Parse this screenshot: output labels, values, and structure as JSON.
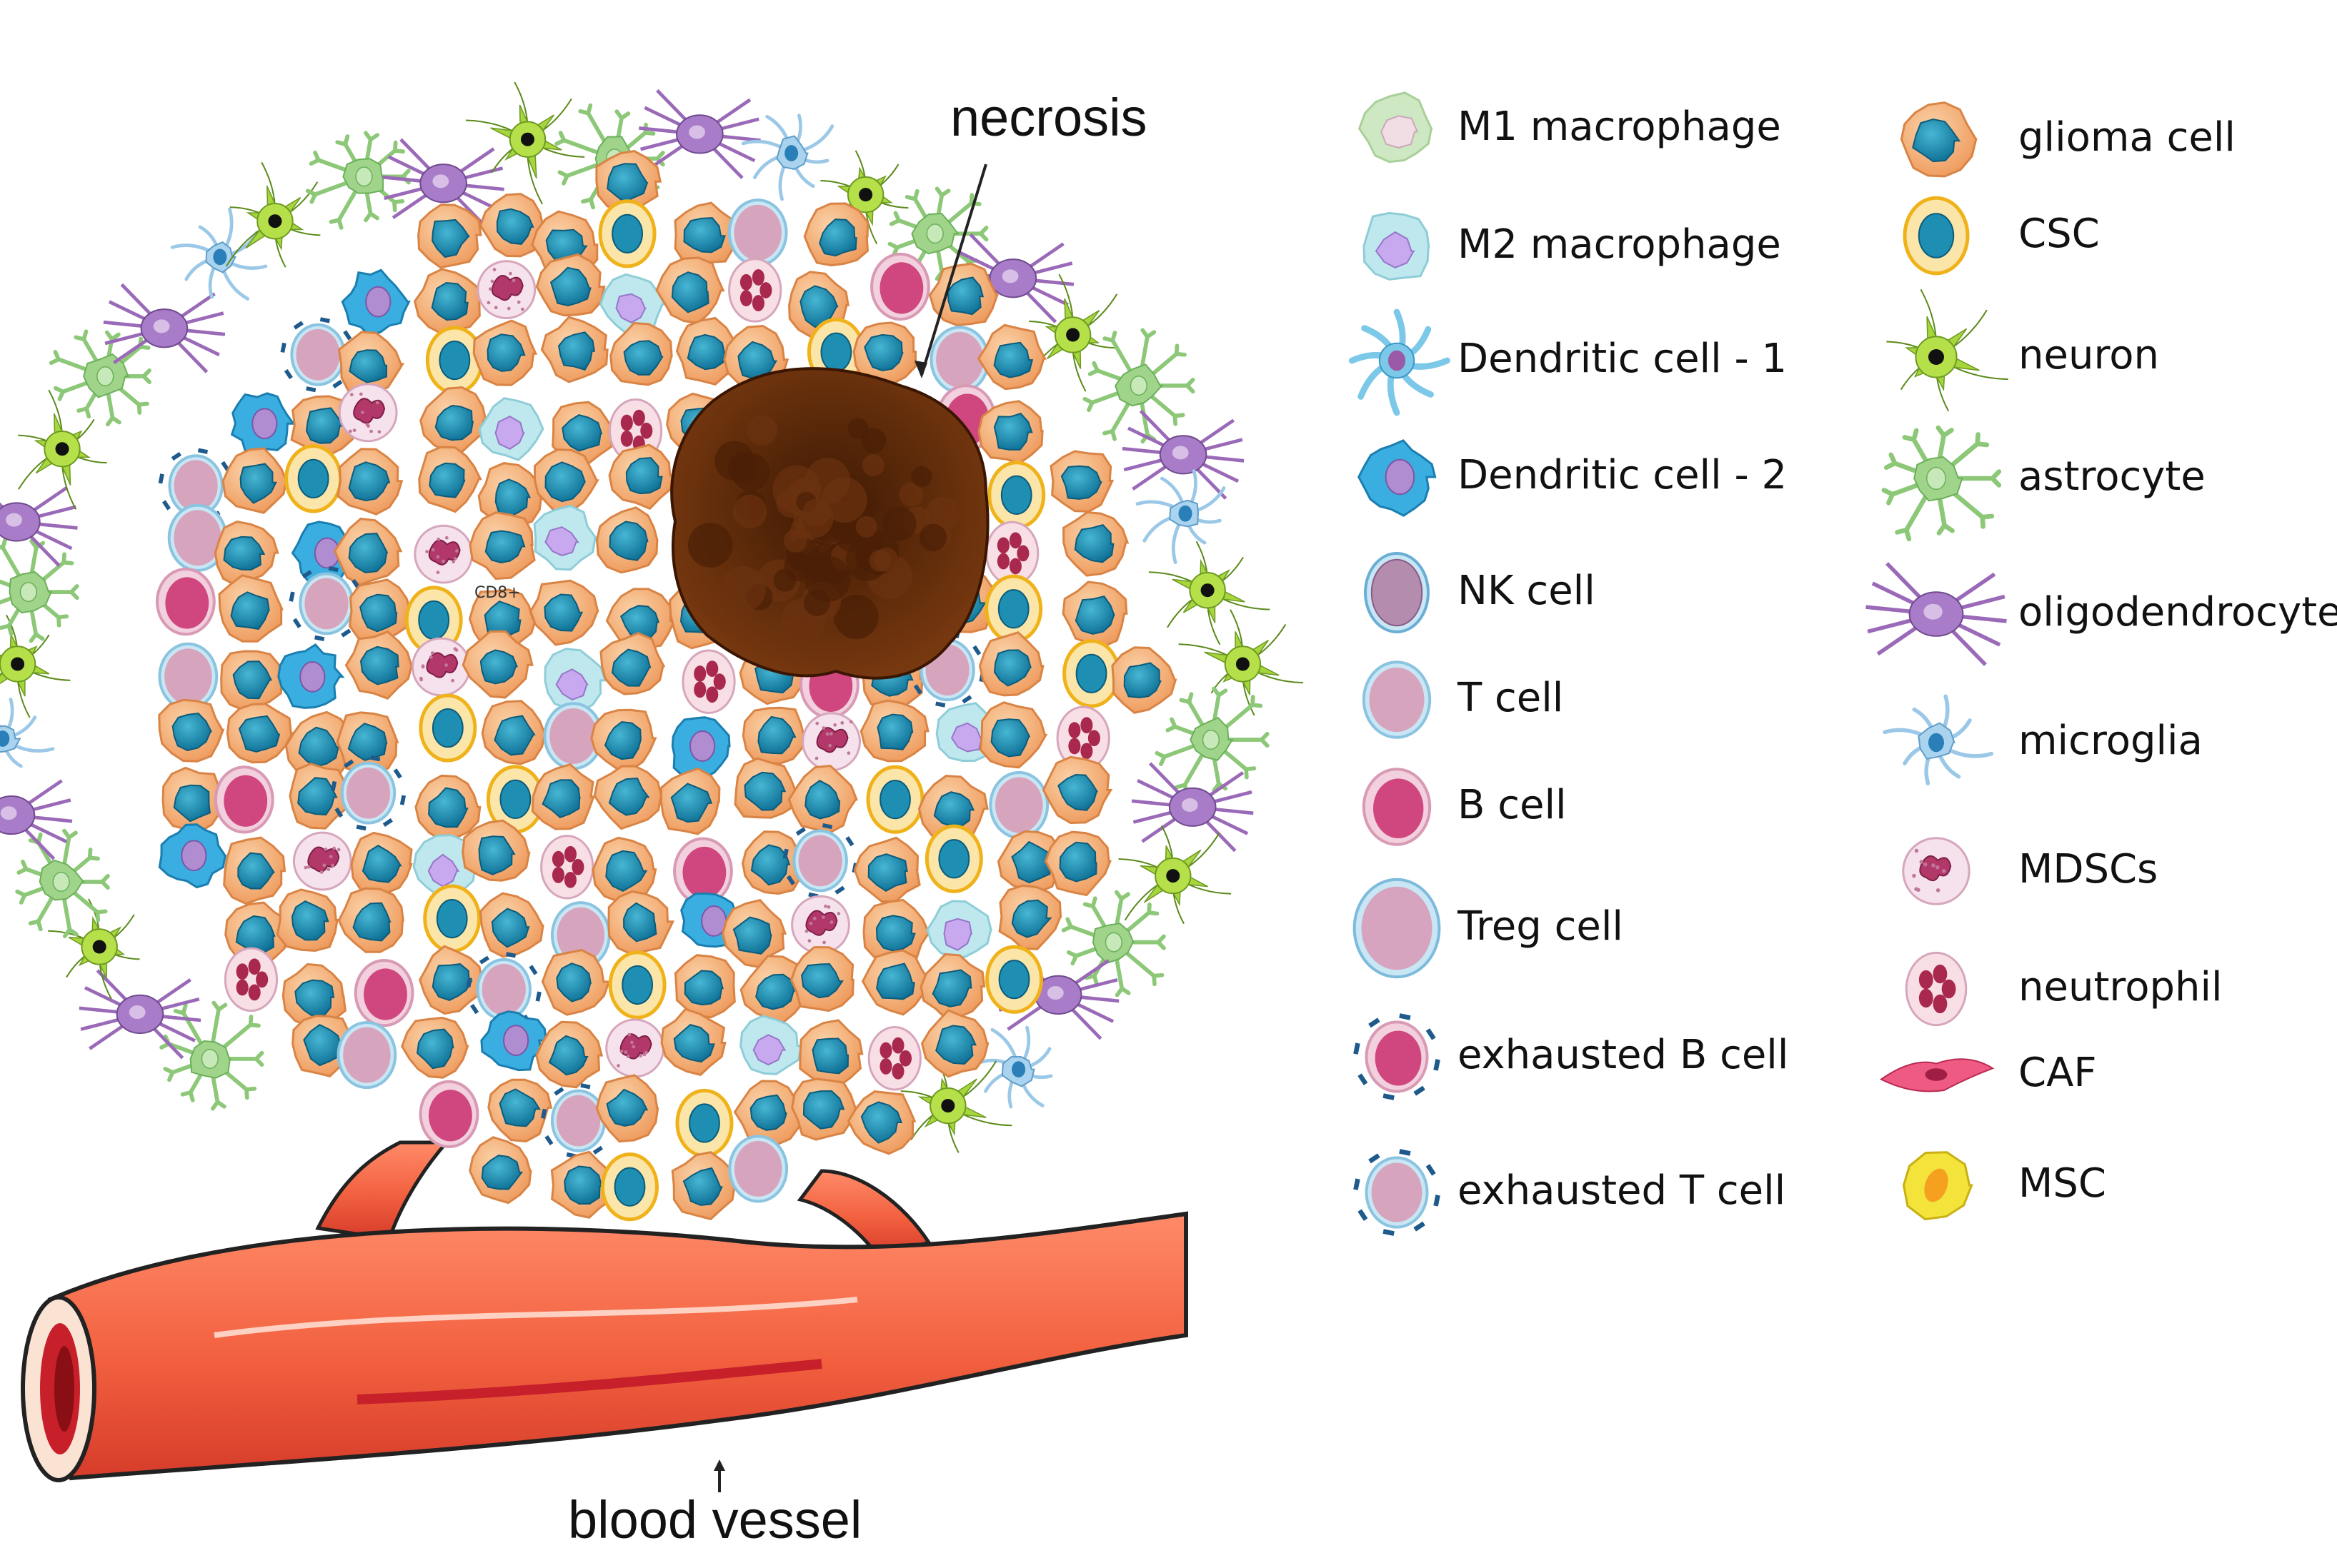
{
  "annotations": {
    "necrosis": "necrosis",
    "blood_vessel": "blood vessel",
    "cd8_tag": "CD8+"
  },
  "legend_left": [
    {
      "label": "M1 macrophage",
      "icon": "m1-macrophage-icon",
      "color": "#cfe8c4"
    },
    {
      "label": "M2 macrophage",
      "icon": "m2-macrophage-icon",
      "color": "#bfe8ee"
    },
    {
      "label": "Dendritic cell - 1",
      "icon": "dendritic-cell-1-icon",
      "color": "#7cc8e8"
    },
    {
      "label": "Dendritic cell - 2",
      "icon": "dendritic-cell-2-icon",
      "color": "#3aaee0"
    },
    {
      "label": "NK cell",
      "icon": "nk-cell-icon",
      "color": "#b48cae"
    },
    {
      "label": "T cell",
      "icon": "t-cell-icon",
      "color": "#d7a4bd"
    },
    {
      "label": "B cell",
      "icon": "b-cell-icon",
      "color": "#d0467e"
    },
    {
      "label": "Treg cell",
      "icon": "treg-cell-icon",
      "color": "#d6a4bf"
    },
    {
      "label": "exhausted B cell",
      "icon": "exhausted-b-cell-icon",
      "color": "#d0467e"
    },
    {
      "label": "exhausted T cell",
      "icon": "exhausted-t-cell-icon",
      "color": "#c99bb8"
    }
  ],
  "legend_right": [
    {
      "label": "glioma cell",
      "icon": "glioma-cell-icon",
      "color": "#f4b27e"
    },
    {
      "label": "CSC",
      "icon": "csc-icon",
      "color": "#f7c83e"
    },
    {
      "label": "neuron",
      "icon": "neuron-icon",
      "color": "#a6d63c"
    },
    {
      "label": "astrocyte",
      "icon": "astrocyte-icon",
      "color": "#9fd48a"
    },
    {
      "label": "oligodendrocyte",
      "icon": "oligodendrocyte-icon",
      "color": "#9a6ab8"
    },
    {
      "label": "microglia",
      "icon": "microglia-icon",
      "color": "#a9d3ee"
    },
    {
      "label": "MDSCs",
      "icon": "mdsc-icon",
      "color": "#f3dbe6"
    },
    {
      "label": "neutrophil",
      "icon": "neutrophil-icon",
      "color": "#f5d4de"
    },
    {
      "label": "CAF",
      "icon": "caf-icon",
      "color": "#e8436e"
    },
    {
      "label": "MSC",
      "icon": "msc-icon",
      "color": "#f2e030"
    }
  ],
  "colors": {
    "glioma_body": "#f4b27e",
    "glioma_nucleus": "#1e8fb2",
    "necrosis": "#5a2a08",
    "vessel": "#f2603f",
    "vessel_dark": "#c8202a"
  }
}
